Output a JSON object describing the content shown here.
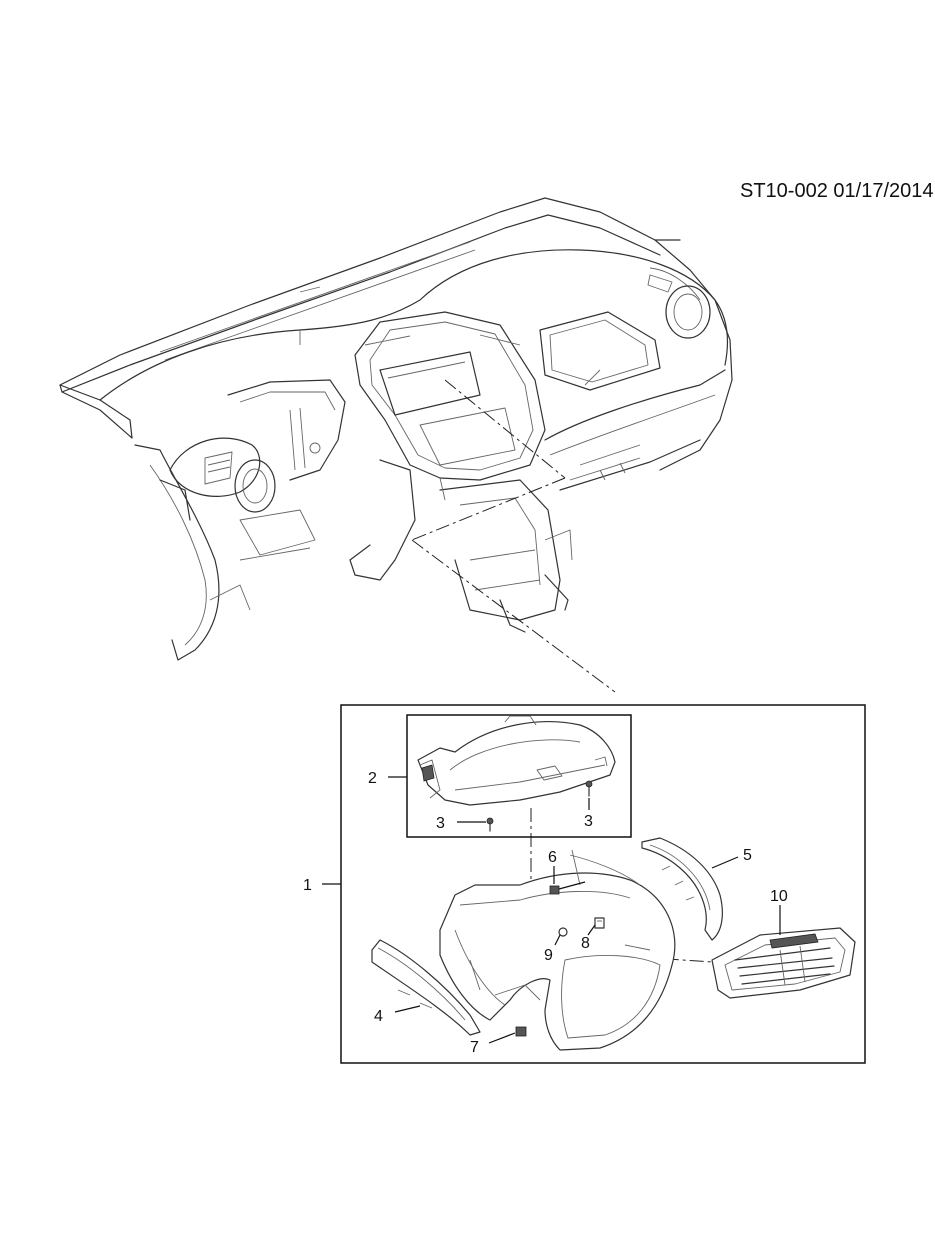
{
  "reference": "ST10-002 01/17/2014",
  "callouts": {
    "c1": "1",
    "c2": "2",
    "c3a": "3",
    "c3b": "3",
    "c4": "4",
    "c5": "5",
    "c6": "6",
    "c7": "7",
    "c8": "8",
    "c9": "9",
    "c10": "10"
  }
}
